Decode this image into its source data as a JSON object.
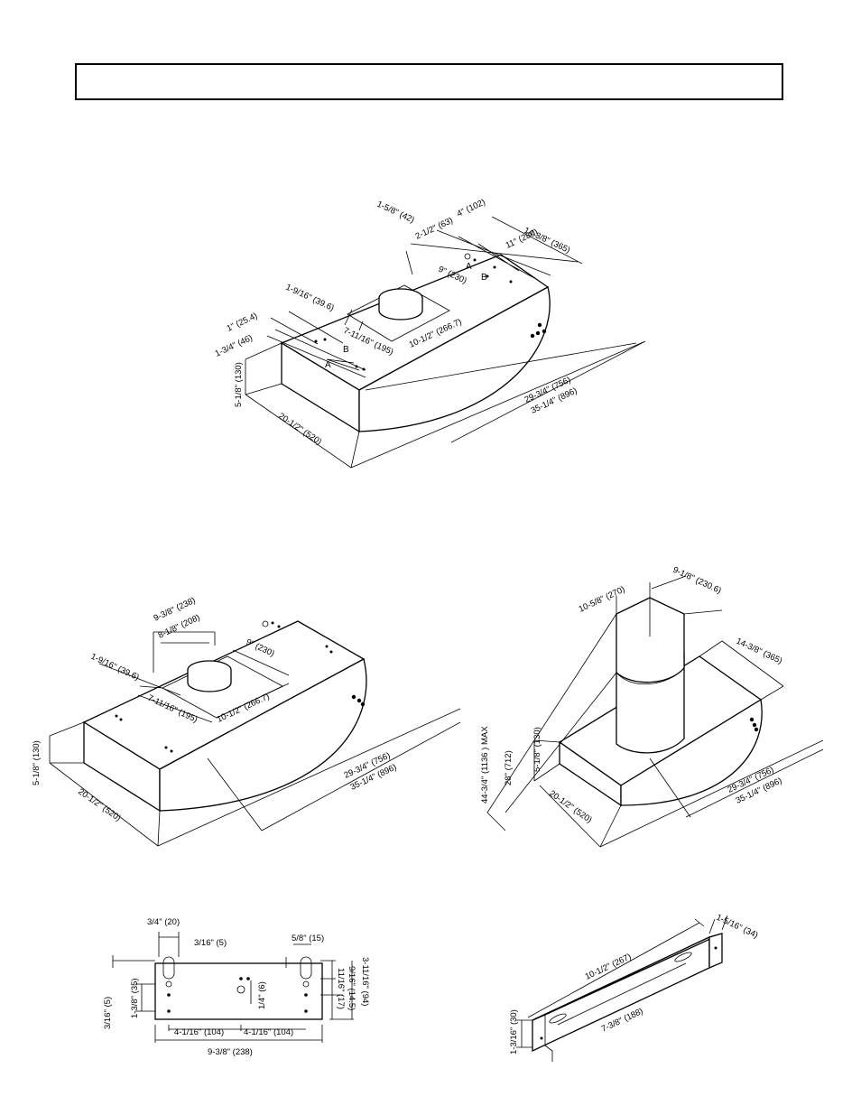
{
  "header": {
    "title": ""
  },
  "top_view": {
    "dims": [
      "1-5/8\" (42)",
      "2-1/2\" (63)",
      "4\" (102)",
      "11\" (280)",
      "14-3/8\" (365)",
      "9\" (230)",
      "1-9/16\" (39.6)",
      "1\" (25.4)",
      "1-3/4\" (46)",
      "5-1/8\" (130)",
      "7-11/16\" (195)",
      "10-1/2\" (266.7)",
      "20-1/2\" (520)",
      "29-3/4\" (756)",
      "35-1/4\" (896)"
    ],
    "labels": [
      "A",
      "B",
      "B",
      "A"
    ]
  },
  "middle_left": {
    "dims": [
      "9-3/8\" (238)",
      "8-1/8\" (208)",
      "9\" (230)",
      "1-9/16\" (39.6)",
      "7-11/16\" (195)",
      "10-1/2\" (266.7)",
      "5-1/8\" (130)",
      "20-1/2\" (520)",
      "29-3/4\" (756)",
      "35-1/4\" (896)"
    ]
  },
  "middle_right": {
    "dims": [
      "10-5/8\" (270)",
      "9-1/8\" (230.6)",
      "14-3/8\" (365)",
      "44-3/4\" (1136 ) MAX",
      "28\" (712)",
      "5-1/8\" (130)",
      "20-1/2\" (520)",
      "29-3/4\" (756)",
      "35-1/4\" (896)"
    ]
  },
  "bottom_left": {
    "dims": [
      "3/4\" (20)",
      "3/16\" (5)",
      "5/8\" (15)",
      "3-11/16\" (94)",
      "9/16\" (14.5)",
      "11/16\" (17)",
      "1/4\" (6)",
      "3/16\" (5)",
      "1-3/8\" (35)",
      "4-1/16\" (104)",
      "4-1/16\" (104)",
      "9-3/8\" (238)"
    ]
  },
  "bottom_right": {
    "dims": [
      "1-5/16\" (34)",
      "10-1/2\" (267)",
      "7-3/8\" (188)",
      "1-3/16\" (30)"
    ]
  }
}
